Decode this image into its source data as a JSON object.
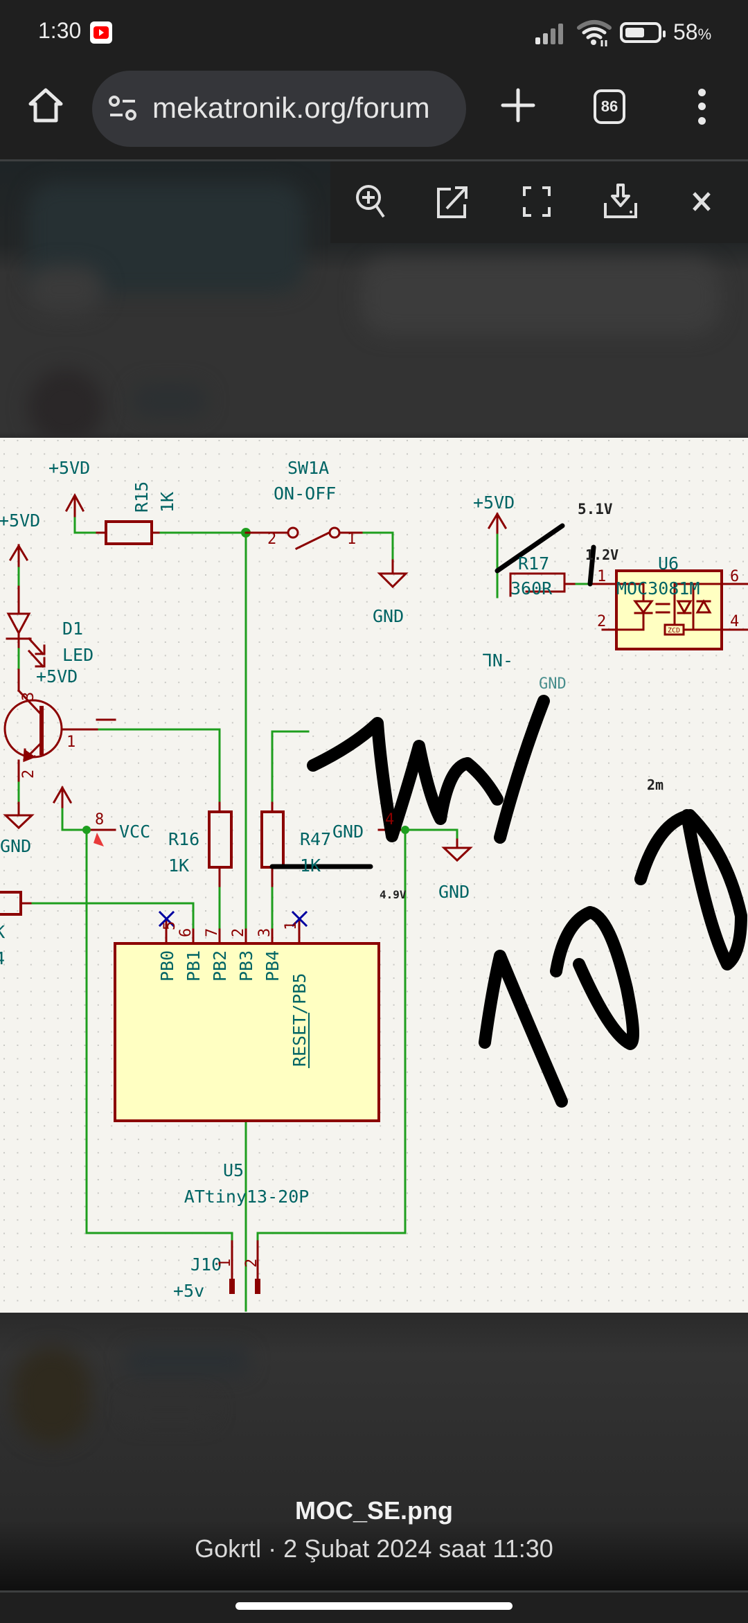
{
  "status_bar": {
    "time": "1:30",
    "notification_icon": "youtube-icon",
    "signal_icon": "signal-icon",
    "wifi_icon": "wifi-icon",
    "battery_percent": "58",
    "battery_unit": "%",
    "battery_level": 0.58
  },
  "browser": {
    "home_icon": "home-icon",
    "site_settings_icon": "tune-icon",
    "url": "mekatronik.org/forum",
    "new_tab_icon": "plus-icon",
    "tab_count": "86",
    "menu_icon": "more-vert-icon"
  },
  "viewer_toolbar": {
    "buttons": [
      {
        "icon": "zoom-in-icon",
        "label": "Zoom in"
      },
      {
        "icon": "open-external-icon",
        "label": "Open in new tab"
      },
      {
        "icon": "fullscreen-icon",
        "label": "Fullscreen"
      },
      {
        "icon": "download-icon",
        "label": "Download"
      },
      {
        "icon": "close-icon",
        "label": "Close"
      }
    ]
  },
  "schematic": {
    "colors": {
      "background": "#f5f4ef",
      "wire": "#1e9e1e",
      "component": "#8b0000",
      "label": "#006464",
      "ic_fill": "#ffffc2",
      "no_connect": "#0000a0",
      "annotation": "#000000"
    },
    "labels": {
      "pwr_5vd_top": "+5VD",
      "pwr_5vd_left": "+5VD",
      "r15_ref": "R15",
      "r15_val": "1K",
      "sw1a_ref": "SW1A",
      "sw1a_val": "ON-OFF",
      "sw_pin2": "2",
      "sw_pin1": "1",
      "gnd_sw": "GND",
      "d1_ref": "D1",
      "d1_val": "LED",
      "q_pin3": "3",
      "q_pin1": "1",
      "q_pin2": "2",
      "gnd_left": "GND",
      "r16_ref": "R16",
      "r16_val": "1K",
      "r47_ref": "R47",
      "r47_val": "1K",
      "left_partial_val": "K",
      "left_partial_ref": "4",
      "pwr_5vd_r17": "+5VD",
      "r17_ref": "R17",
      "r17_val": "360R",
      "r17_partial": "ꞀN-",
      "u6_ref": "U6",
      "u6_val": "MOC3081M",
      "u6_pin1": "1",
      "u6_pin2": "2",
      "u6_pin6": "6",
      "u6_pin4": "4",
      "u6_zc": "ZCD",
      "gnd_partial": "GND",
      "u5_ref": "U5",
      "u5_val": "ATtiny13-20P",
      "u5_vcc": "VCC",
      "u5_gnd": "GND",
      "u5_pin8": "8",
      "u5_pin4": "4",
      "u5_pins": [
        {
          "num": "5",
          "name": "PB0"
        },
        {
          "num": "6",
          "name": "PB1"
        },
        {
          "num": "7",
          "name": "PB2"
        },
        {
          "num": "2",
          "name": "PB3"
        },
        {
          "num": "3",
          "name": "PB4"
        },
        {
          "num": "1",
          "name": "RESET/PB5"
        }
      ],
      "pwr_5vd_u5": "+5VD",
      "gnd_u5": "GND",
      "j10_ref": "J10",
      "j10_val": "+5v",
      "j10_pin1": "1",
      "j10_pin2": "2"
    },
    "annotations": {
      "v_5vd": "5.1V",
      "v_led": "1.2V",
      "v_pb4": "4.9V",
      "current_partial": "2m",
      "handwriting": "2m/100"
    }
  },
  "caption": {
    "filename": "MOC_SE.png",
    "meta": "Gokrtl · 2 Şubat 2024 saat 11:30"
  }
}
